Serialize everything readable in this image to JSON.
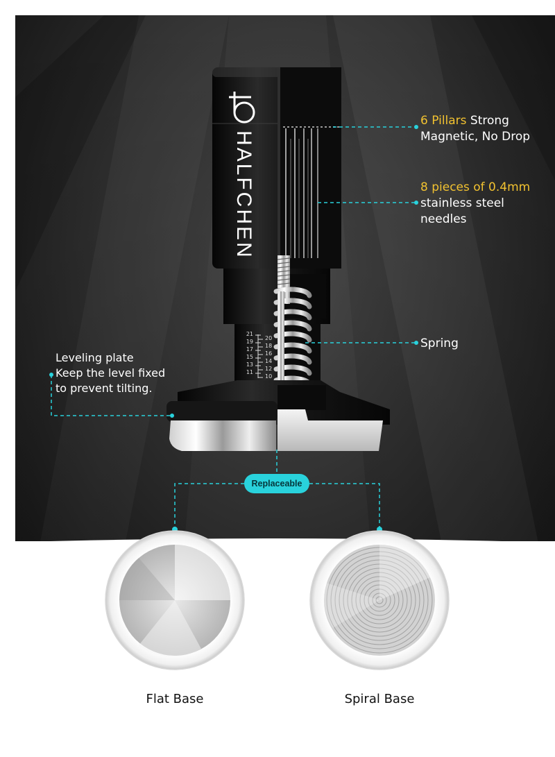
{
  "brand": {
    "logo_text": "HALFCHEN"
  },
  "callouts": {
    "pillars": {
      "highlight": "6 Pillars",
      "rest": " Strong",
      "line2": "Magnetic, No Drop"
    },
    "needles": {
      "highlight": "8 pieces of 0.4mm",
      "line2": "stainless steel",
      "line3": "needles"
    },
    "spring": {
      "label": "Spring"
    },
    "leveling": {
      "line1": "Leveling plate",
      "line2": "Keep the level fixed",
      "line3": "to prevent tilting."
    }
  },
  "scale": {
    "left_ticks": [
      "21",
      "19",
      "17",
      "15",
      "13",
      "11"
    ],
    "right_ticks": [
      "20",
      "18",
      "16",
      "14",
      "12",
      "10"
    ]
  },
  "replaceable_badge": "Replaceable",
  "bases": [
    {
      "label": "Flat Base"
    },
    {
      "label": "Spiral Base"
    }
  ],
  "colors": {
    "accent_cyan": "#29d2dc",
    "highlight_yellow": "#f2c230",
    "background_dark": "#2a2a2a"
  }
}
